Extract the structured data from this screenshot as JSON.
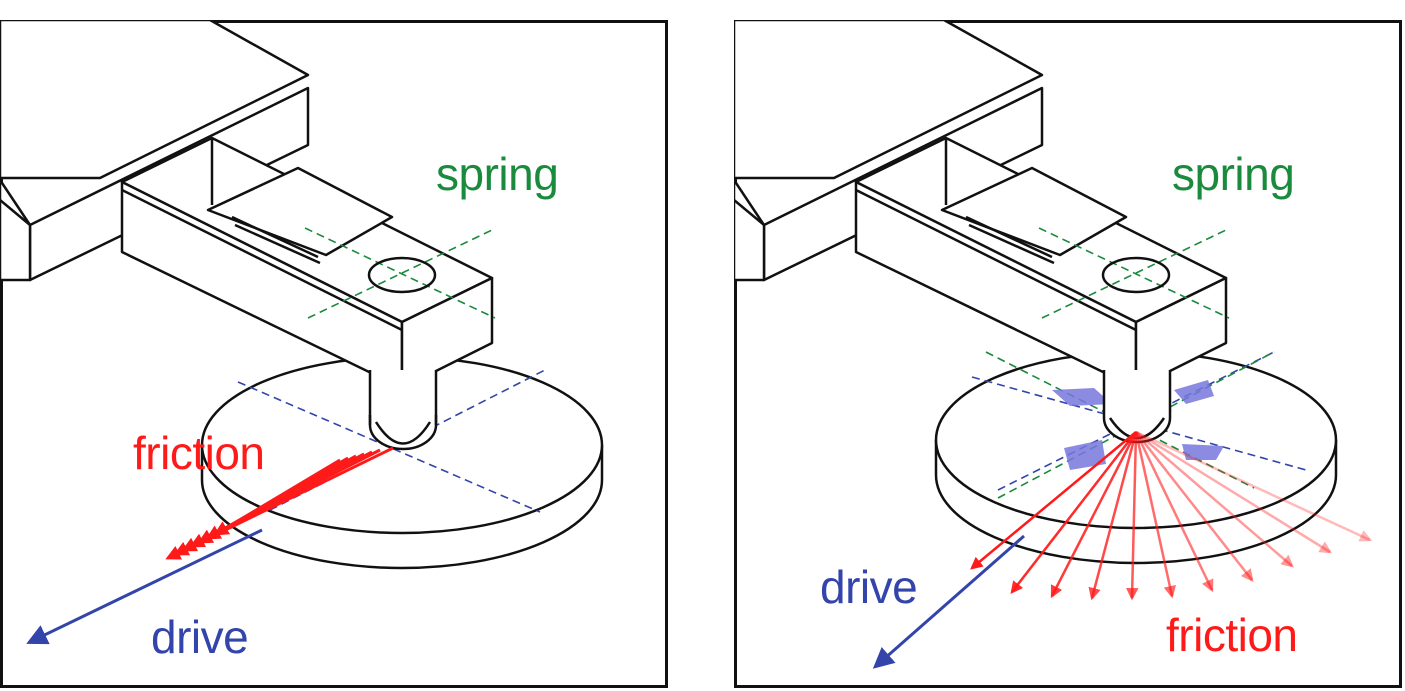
{
  "panels": [
    {
      "spring_label": "spring",
      "friction_label": "friction",
      "drive_label": "drive"
    },
    {
      "spring_label": "spring",
      "friction_label": "friction",
      "drive_label": "drive"
    }
  ],
  "colors": {
    "spring": "#1a8a3c",
    "friction": "#ff1a1a",
    "drive": "#3344aa",
    "outline": "#111111",
    "frame": "#111111"
  }
}
